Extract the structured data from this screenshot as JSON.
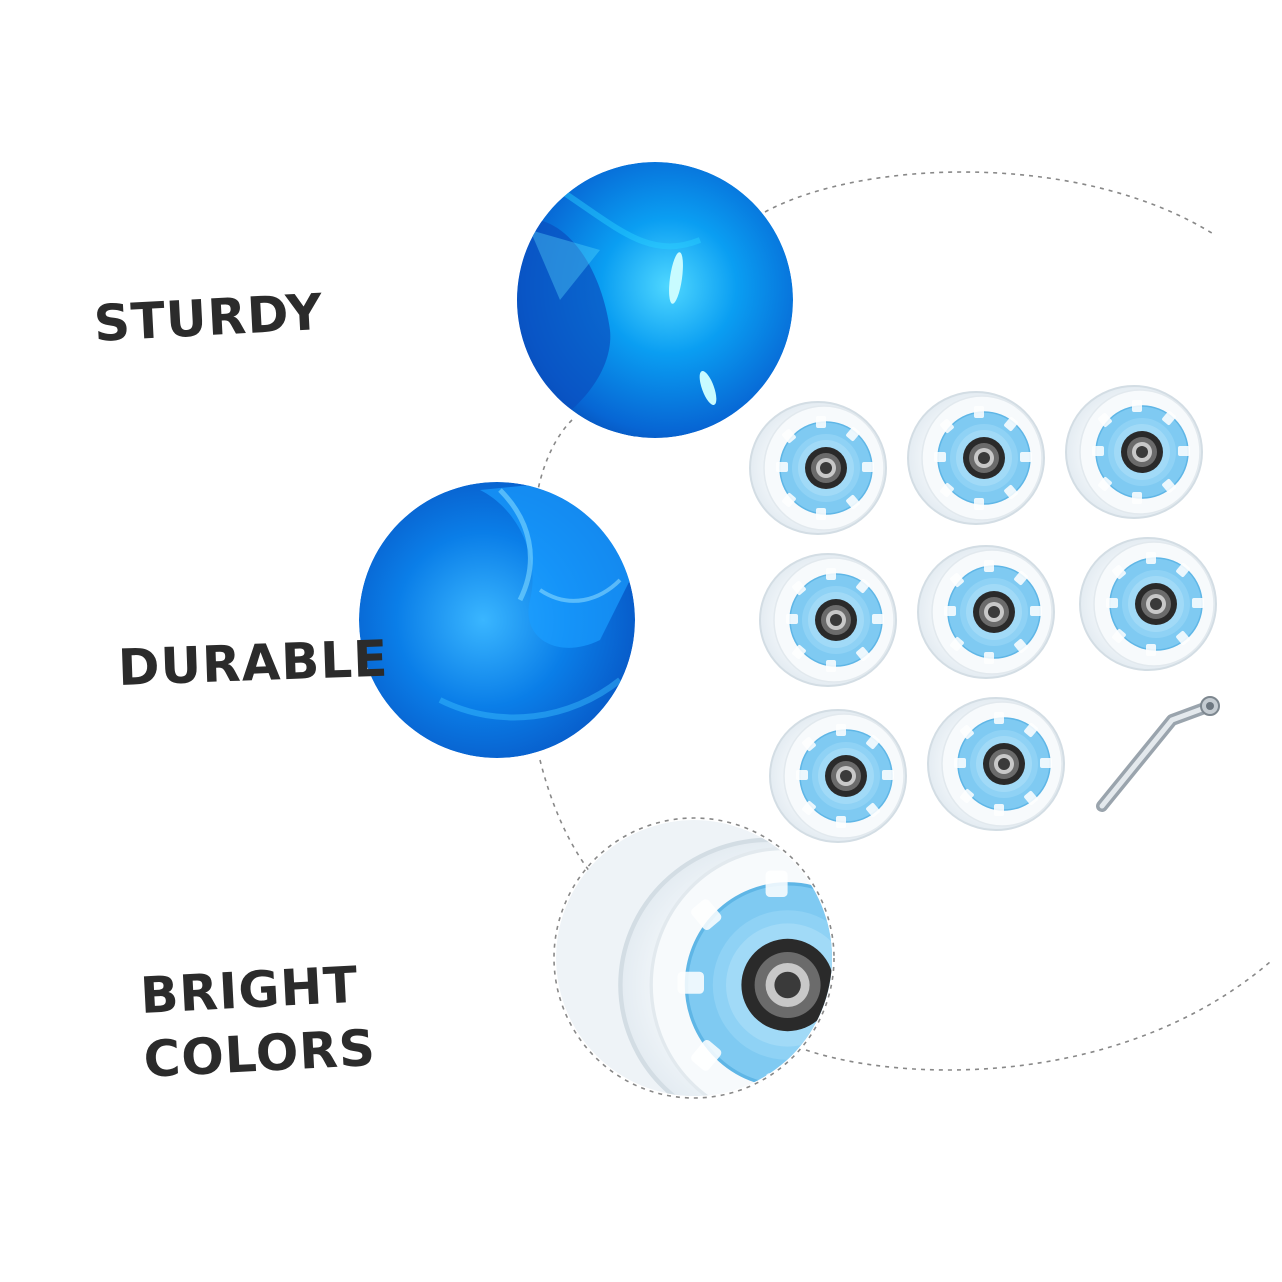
{
  "features": {
    "sturdy": {
      "label": "STURDY"
    },
    "durable": {
      "label": "DURABLE"
    },
    "bright_colors": {
      "line1": "BRIGHT",
      "line2": "COLORS"
    }
  },
  "product": {
    "wheel_count": 8,
    "includes_tool": true,
    "icons": [
      "wheel-icon",
      "hex-wrench-icon"
    ]
  },
  "colors": {
    "wheel_blue": "#7cc8f0",
    "wheel_clear": "#eef4f8",
    "bearing": "#2a2a2a",
    "glow_blue": "#0a8ee8",
    "deep_blue": "#0b3d9e",
    "text": "#2b2b2b",
    "dashed_line": "#888888"
  }
}
